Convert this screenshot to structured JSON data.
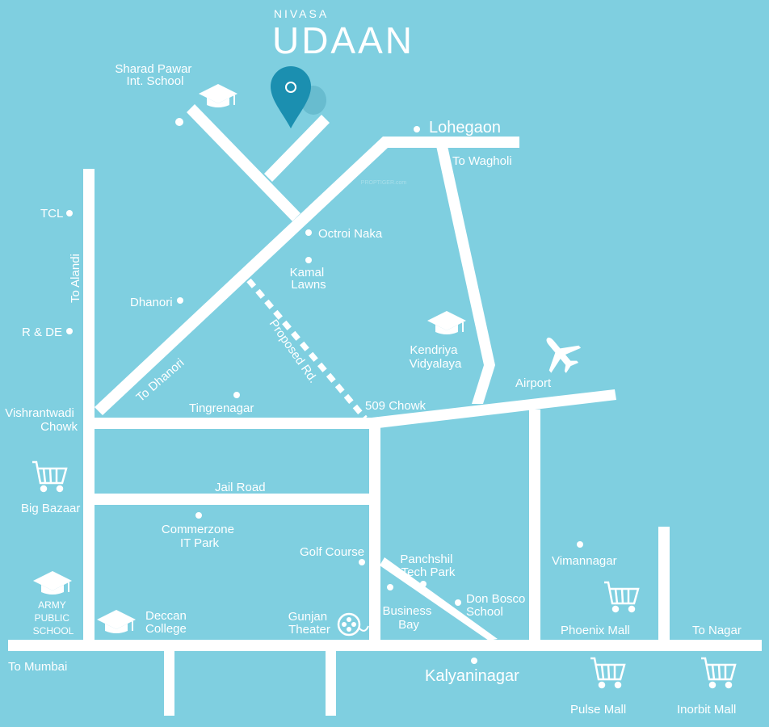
{
  "brand": {
    "top": "NIVASA",
    "name": "UDAAN"
  },
  "watermark": "PROPTIGER.com",
  "colors": {
    "background": "#7fcfe0",
    "road": "#ffffff",
    "pin": "#1b8fb0"
  },
  "labels": {
    "sharad_pawar": [
      "Sharad Pawar",
      "Int. School"
    ],
    "lohegaon": "Lohegaon",
    "to_wagholi": "To Wagholi",
    "tcl": "TCL",
    "octroi_naka": "Octroi Naka",
    "kamal_lawns": [
      "Kamal",
      "Lawns"
    ],
    "to_alandi": "To Alandi",
    "dhanori": "Dhanori",
    "r_and_de": "R & DE",
    "proposed_rd": "Proposed Rd.",
    "kendriya": [
      "Kendriya",
      "Vidyalaya"
    ],
    "to_dhanori": "To Dhanori",
    "airport": "Airport",
    "tingrenagar": "Tingrenagar",
    "chowk_509": "509 Chowk",
    "vishrantwadi": [
      "Vishrantwadi",
      "Chowk"
    ],
    "big_bazaar": "Big Bazaar",
    "jail_road": "Jail Road",
    "commerzone": [
      "Commerzone",
      "IT Park"
    ],
    "golf_course": "Golf Course",
    "panchshil": [
      "Panchshil",
      "Tech Park"
    ],
    "vimannagar": "Vimannagar",
    "army_school": [
      "ARMY",
      "PUBLIC",
      "SCHOOL"
    ],
    "deccan_college": [
      "Deccan",
      "College"
    ],
    "gunjan_theater": [
      "Gunjan",
      "Theater"
    ],
    "business_bay": [
      "Business",
      "Bay"
    ],
    "don_bosco": [
      "Don Bosco",
      "School"
    ],
    "phoenix_mall": "Phoenix Mall",
    "to_nagar": "To Nagar",
    "to_mumbai": "To Mumbai",
    "kalyaninagar": "Kalyaninagar",
    "pulse_mall": "Pulse Mall",
    "inorbit_mall": "Inorbit Mall"
  }
}
